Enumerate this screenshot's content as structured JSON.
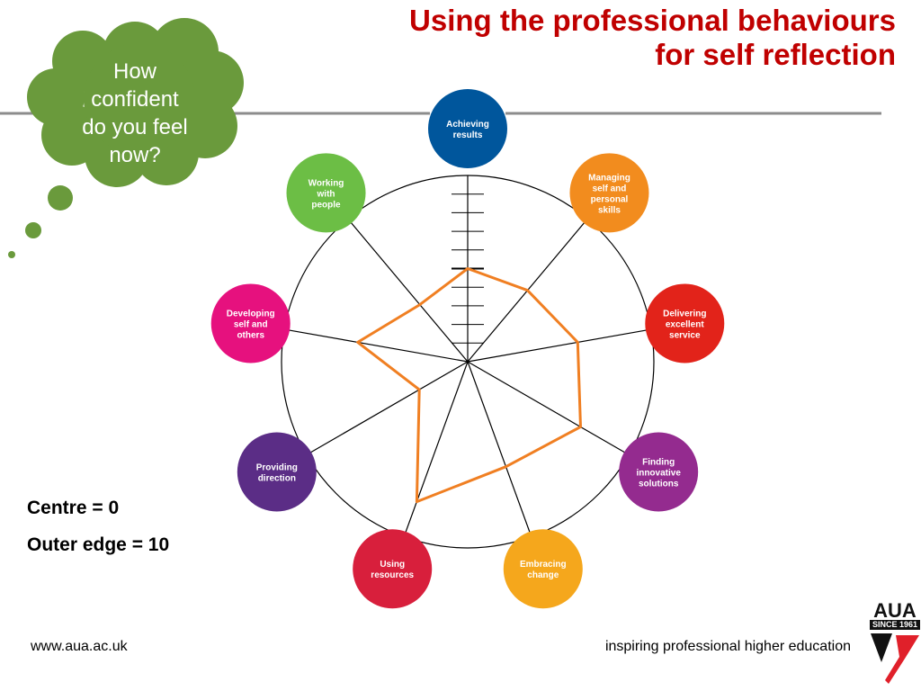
{
  "title": {
    "line1": "Using the professional behaviours",
    "line2": "for self reflection"
  },
  "cloud": {
    "lines": [
      "How",
      "confident",
      "do you feel",
      "now?"
    ]
  },
  "legend": {
    "centre": "Centre = 0",
    "outer": "Outer edge = 10"
  },
  "footer": {
    "url": "www.aua.ac.uk",
    "tagline": "inspiring professional higher education"
  },
  "logo": {
    "word": "AUA",
    "since": "SINCE 1961"
  },
  "colors": {
    "title": "#c00000",
    "cloud": "#6a9a3c",
    "profile_line": "#f07f22",
    "logo_red": "#e0202a"
  },
  "behaviours": [
    {
      "id": "achieving-results",
      "lines": [
        "Achieving",
        "results"
      ],
      "color": "#00569c",
      "score": 5
    },
    {
      "id": "managing-self",
      "lines": [
        "Managing",
        "self and",
        "personal",
        "skills"
      ],
      "color": "#f28c1e",
      "score": 5
    },
    {
      "id": "delivering-service",
      "lines": [
        "Delivering",
        "excellent",
        "service"
      ],
      "color": "#e2231a",
      "score": 6
    },
    {
      "id": "finding-solutions",
      "lines": [
        "Finding",
        "innovative",
        "solutions"
      ],
      "color": "#942b8f",
      "score": 7
    },
    {
      "id": "embracing-change",
      "lines": [
        "Embracing",
        "change"
      ],
      "color": "#f5a71c",
      "score": 6
    },
    {
      "id": "using-resources",
      "lines": [
        "Using",
        "resources"
      ],
      "color": "#d81f3c",
      "score": 8
    },
    {
      "id": "providing-direction",
      "lines": [
        "Providing",
        "direction"
      ],
      "color": "#5b2d86",
      "score": 3
    },
    {
      "id": "developing-others",
      "lines": [
        "Developing",
        "self and",
        "others"
      ],
      "color": "#e6117e",
      "score": 6
    },
    {
      "id": "working-with-people",
      "lines": [
        "Working",
        "with",
        "people"
      ],
      "color": "#6cbe45",
      "score": 4
    }
  ],
  "scale": {
    "min": 0,
    "max": 10
  }
}
